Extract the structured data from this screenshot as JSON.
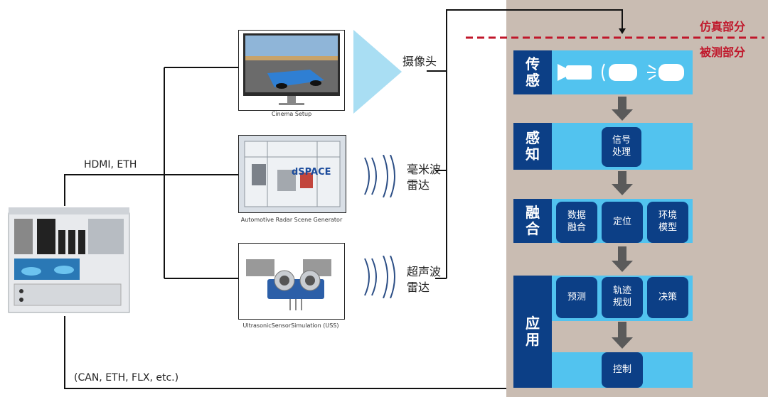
{
  "zones": {
    "simulation": "仿真部分",
    "under_test": "被测部分"
  },
  "connections": {
    "hdmi_eth": "HDMI, ETH",
    "bus": "(CAN, ETH, FLX, etc.)"
  },
  "devices": {
    "cinema": {
      "caption": "Cinema Setup"
    },
    "radar": {
      "caption": "Automotive Radar Scene Generator",
      "logo": "dSPACE"
    },
    "uss": {
      "caption": "UltrasonicSensorSimulation (USS)"
    }
  },
  "sensors": {
    "camera": "摄像头",
    "radar_line1": "毫米波",
    "radar_line2": "雷达",
    "uss_line1": "超声波",
    "uss_line2": "雷达"
  },
  "sections": {
    "sensing": {
      "title_l1": "传",
      "title_l2": "感"
    },
    "perception": {
      "title_l1": "感",
      "title_l2": "知",
      "nodes": [
        {
          "l1": "信号",
          "l2": "处理"
        }
      ]
    },
    "fusion": {
      "title_l1": "融",
      "title_l2": "合",
      "nodes": [
        {
          "l1": "数据",
          "l2": "融合"
        },
        {
          "l1": "定位",
          "l2": ""
        },
        {
          "l1": "环境",
          "l2": "模型"
        }
      ]
    },
    "application": {
      "title_l1": "应",
      "title_l2": "用",
      "nodes": [
        {
          "l1": "预测",
          "l2": ""
        },
        {
          "l1": "轨迹",
          "l2": "规划"
        },
        {
          "l1": "决策",
          "l2": ""
        },
        {
          "l1": "控制",
          "l2": ""
        }
      ]
    }
  },
  "colors": {
    "dark_blue": "#0c3f86",
    "light_blue": "#52c3ef",
    "zone_bg": "#c9bcb2",
    "divider_red": "#c0162a"
  },
  "icons": [
    "camera-icon",
    "radar-sensor-icon",
    "ultrasonic-sensor-icon",
    "radar-waves-icon",
    "cone-projection-icon"
  ]
}
